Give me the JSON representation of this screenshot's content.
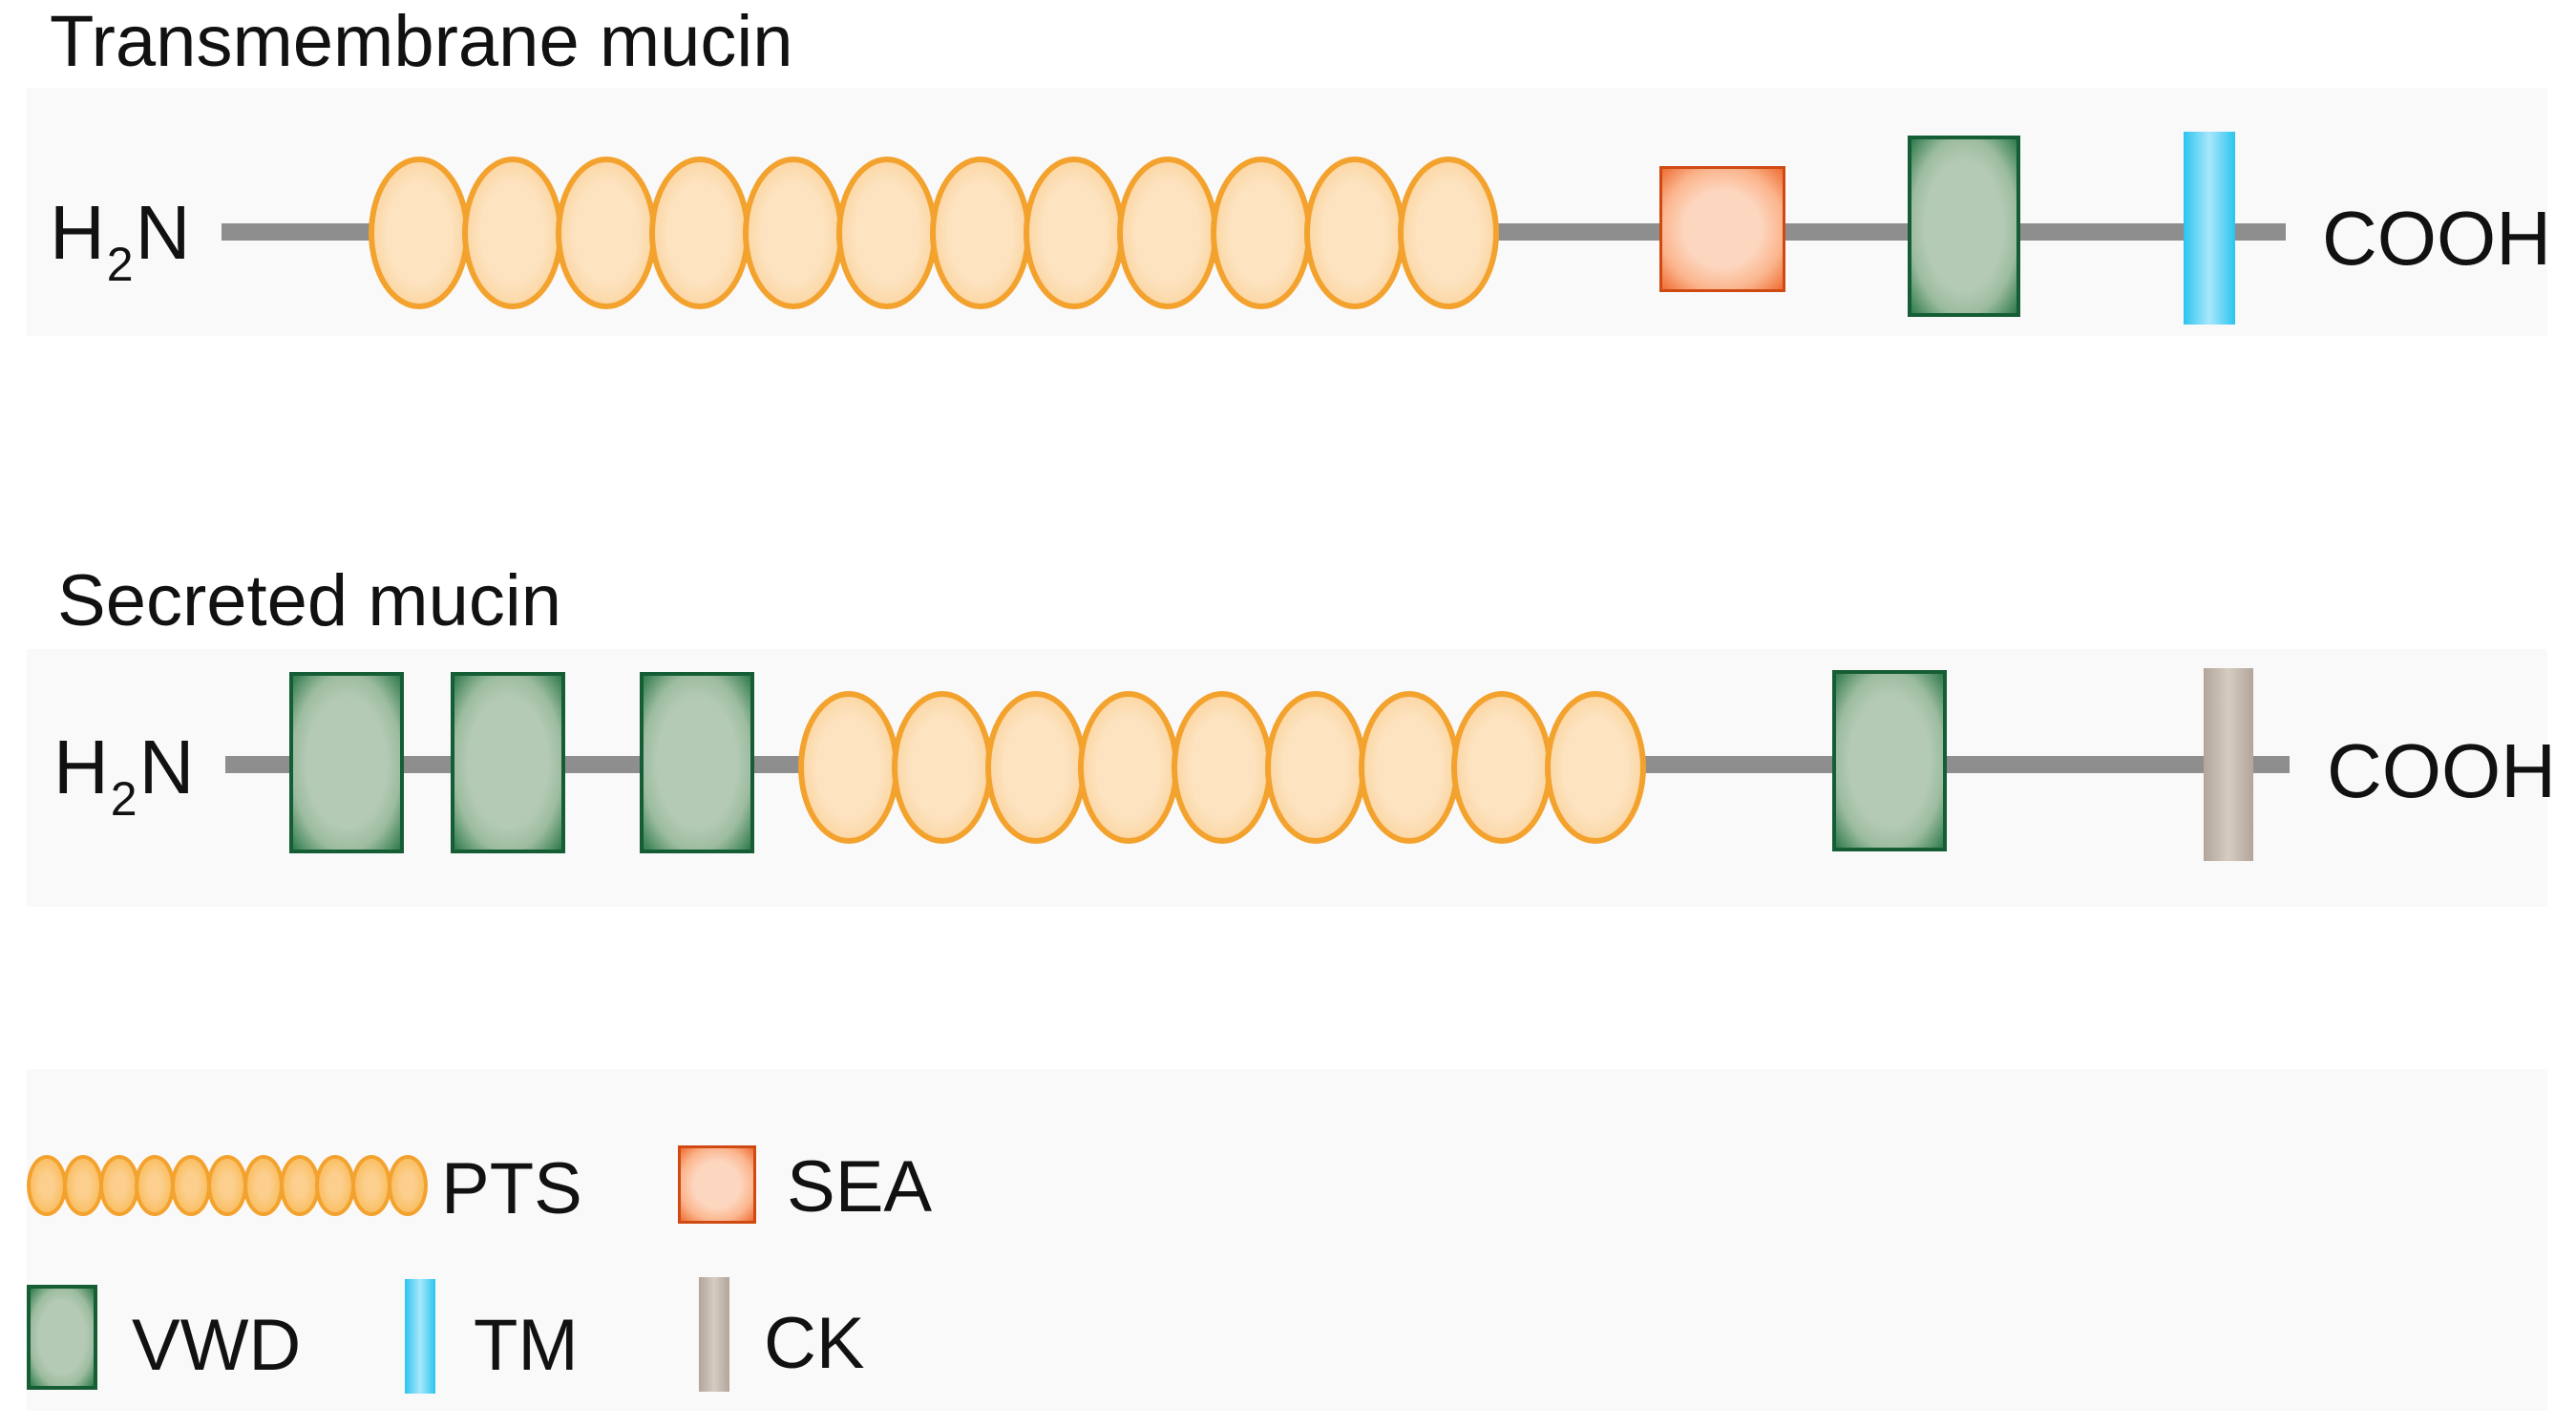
{
  "transmembrane": {
    "title": "Transmembrane mucin",
    "n_terminus_main": "H",
    "n_terminus_sub": "2",
    "n_terminus_end": "N",
    "c_terminus": "COOH",
    "pts_repeats": 12
  },
  "secreted": {
    "title": "Secreted mucin",
    "n_terminus_main": "H",
    "n_terminus_sub": "2",
    "n_terminus_end": "N",
    "c_terminus": "COOH",
    "pts_repeats": 9
  },
  "legend": {
    "pts_label": "PTS",
    "sea_label": "SEA",
    "vwd_label": "VWD",
    "tm_label": "TM",
    "ck_label": "CK",
    "pts_icon_repeats": 11
  },
  "colors": {
    "pts": "#f3a22e",
    "sea": "#ef6d34",
    "vwd": "#155d35",
    "tm": "#2cc4ef",
    "ck": "#b2a59a",
    "backbone": "#8e8e8e"
  }
}
